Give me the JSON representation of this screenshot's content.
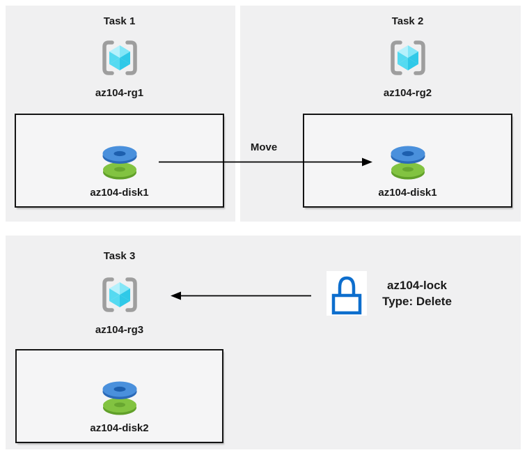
{
  "colors": {
    "panel_bg": "#f0f0f1",
    "box_bg": "#f5f5f6",
    "box_border": "#141414",
    "bracket_gray": "#9e9e9e",
    "cube_lightest": "#b5f1fc",
    "cube_light": "#83e6f7",
    "cube_mid": "#55daf1",
    "cube_dark": "#2fc9e8",
    "disk_blue": "#4a90dc",
    "disk_blue_dark": "#2b6ab8",
    "disk_blue_hole": "#1d5fae",
    "disk_green": "#82c341",
    "disk_green_dark": "#61a02a",
    "disk_green_hole": "#68a730",
    "lock_blue": "#0d6ecd",
    "arrow_black": "#000000",
    "text_black": "#1a1a1a"
  },
  "tasks": [
    {
      "title": "Task 1",
      "resource_group": "az104-rg1",
      "disk": "az104-disk1"
    },
    {
      "title": "Task 2",
      "resource_group": "az104-rg2",
      "disk": "az104-disk1"
    },
    {
      "title": "Task 3",
      "resource_group": "az104-rg3",
      "disk": "az104-disk2"
    }
  ],
  "move_arrow": {
    "label": "Move"
  },
  "lock": {
    "name": "az104-lock",
    "type_label": "Type: Delete"
  }
}
